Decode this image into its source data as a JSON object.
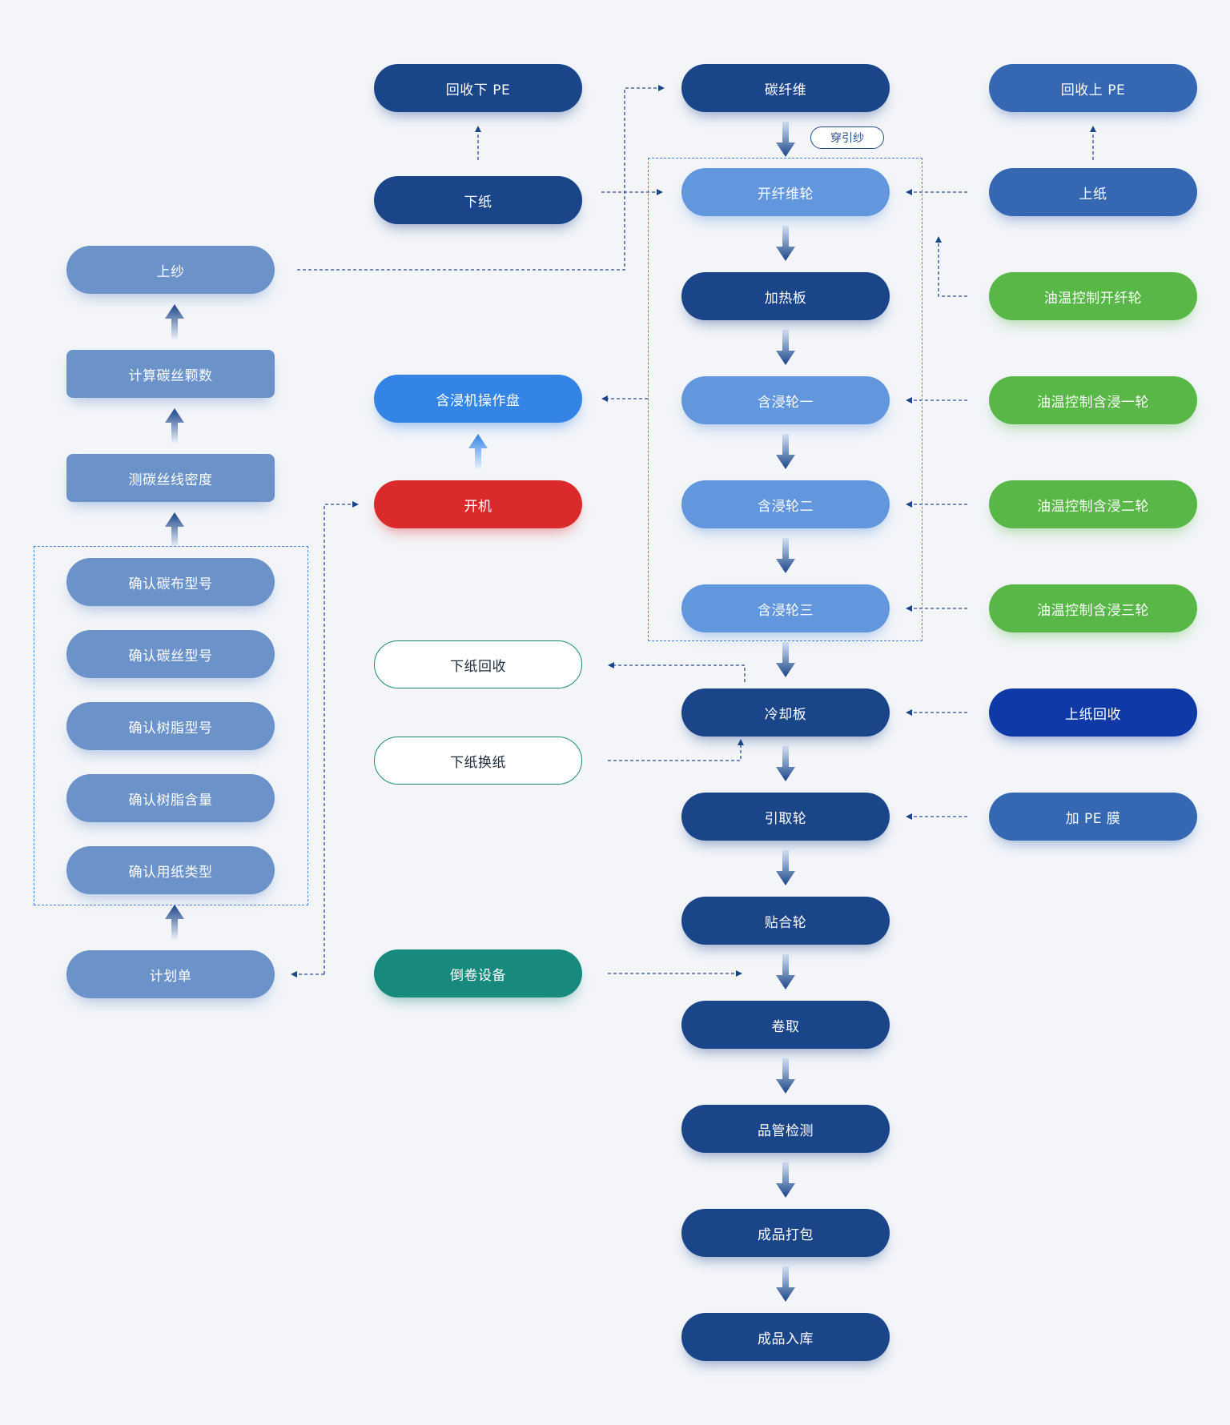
{
  "colors": {
    "navy": "#1b4589",
    "mid_blue": "#3567b2",
    "light_blue": "#6297de",
    "slate_blue": "#6b93c9",
    "bright_blue": "#3484e6",
    "royal_blue": "#0f39a7",
    "red": "#db2a2b",
    "green": "#59b748",
    "teal": "#178a7d",
    "line": "#2a4e8a"
  },
  "main_flow": [
    "碳纤维",
    "开纤维轮",
    "加热板",
    "含浸轮一",
    "含浸轮二",
    "含浸轮三",
    "冷却板",
    "引取轮",
    "贴合轮",
    "卷取",
    "品管检测",
    "成品打包",
    "成品入库"
  ],
  "threading_tag": "穿引纱",
  "left_flow": {
    "order": "计划单",
    "checks": [
      "确认碳布型号",
      "确认碳丝型号",
      "确认树脂型号",
      "确认树脂含量",
      "确认用纸类型"
    ],
    "measure": "测碳丝线密度",
    "count": "计算碳丝颗数",
    "yarn": "上纱"
  },
  "middle_flow": {
    "recycle_lower_pe": "回收下 PE",
    "lower_paper": "下纸",
    "control_panel": "含浸机操作盘",
    "start": "开机",
    "lower_paper_recycle": "下纸回收",
    "lower_paper_change": "下纸换纸",
    "rewind": "倒卷设备"
  },
  "right_flow": {
    "recycle_upper_pe": "回收上 PE",
    "upper_paper": "上纸",
    "oil_temp_spread": "油温控制开纤轮",
    "oil_temp_1": "油温控制含浸一轮",
    "oil_temp_2": "油温控制含浸二轮",
    "oil_temp_3": "油温控制含浸三轮",
    "upper_paper_recycle": "上纸回收",
    "add_pe": "加 PE 膜"
  }
}
